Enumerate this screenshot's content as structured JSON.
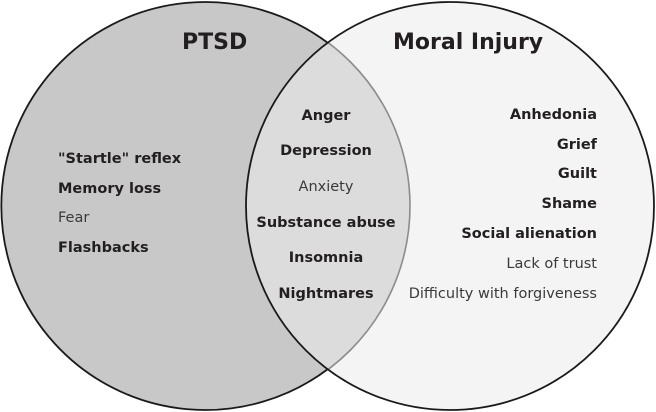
{
  "diagram": {
    "type": "venn",
    "colors": {
      "left_fill": "#c8c8c9",
      "overlap_fill": "#dcdcdd",
      "right_fill": "#f4f4f4",
      "outline": "#1a1a1a",
      "inner_outline": "#8c8c8c",
      "text": "#231f20"
    },
    "sets": [
      {
        "id": "ptsd",
        "title": "PTSD",
        "items": [
          {
            "label": "\"Startle\" reflex",
            "bold": true
          },
          {
            "label": "Memory loss",
            "bold": true
          },
          {
            "label": "Fear",
            "bold": false
          },
          {
            "label": "Flashbacks",
            "bold": true
          }
        ]
      },
      {
        "id": "moral-injury",
        "title": "Moral Injury",
        "items": [
          {
            "label": "Anhedonia",
            "bold": true
          },
          {
            "label": "Grief",
            "bold": true
          },
          {
            "label": "Guilt",
            "bold": true
          },
          {
            "label": "Shame",
            "bold": true
          },
          {
            "label": "Social alienation",
            "bold": true
          },
          {
            "label": "Lack of trust",
            "bold": false
          },
          {
            "label": "Difficulty with forgiveness",
            "bold": false
          }
        ]
      }
    ],
    "overlap": {
      "items": [
        {
          "label": "Anger",
          "bold": true
        },
        {
          "label": "Depression",
          "bold": true
        },
        {
          "label": "Anxiety",
          "bold": false
        },
        {
          "label": "Substance abuse",
          "bold": true
        },
        {
          "label": "Insomnia",
          "bold": true
        },
        {
          "label": "Nightmares",
          "bold": true
        }
      ]
    }
  }
}
